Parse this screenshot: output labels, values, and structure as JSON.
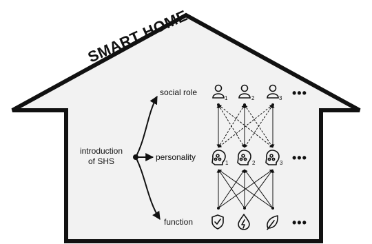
{
  "title": "SMART HOME",
  "labels": {
    "intro": "introduction\nof SHS",
    "social": "social role",
    "personality": "personality",
    "function": "function"
  },
  "subscripts": [
    "1",
    "2",
    "3"
  ],
  "more": "•••",
  "colors": {
    "house_fill": "#f2f2f2",
    "stroke": "#111111"
  },
  "icons": {
    "social_role": "person-icon",
    "personality": "head-gears-icon",
    "function": [
      "shield-check-icon",
      "energy-drop-icon",
      "leaf-icon"
    ]
  }
}
